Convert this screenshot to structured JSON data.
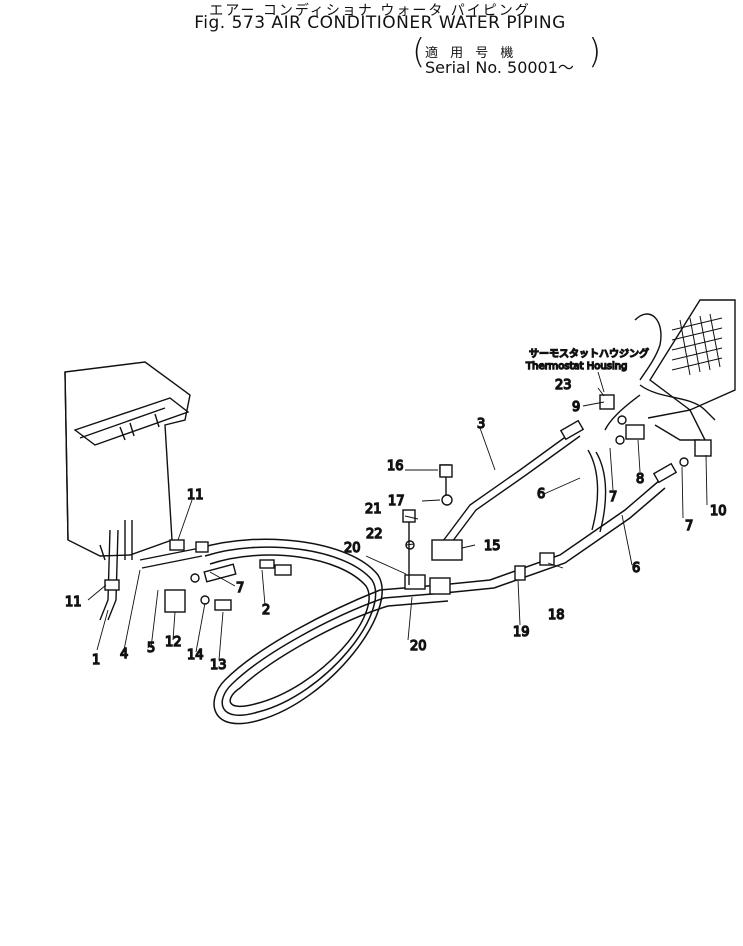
{
  "title_jp": "エアー コンディショナ ウォータ パイピング",
  "title_en": "Fig. 573  AIR CONDITIONER WATER PIPING",
  "serial_jp": "適 用 号 機",
  "serial_en": "Serial No. 50001～",
  "thermostat_jp": "サーモスタットハウジング",
  "thermostat_en": "Thermostat Housing",
  "callouts": [
    "1",
    "2",
    "3",
    "4",
    "5",
    "6",
    "6",
    "7",
    "7",
    "7",
    "8",
    "9",
    "10",
    "11",
    "11",
    "12",
    "13",
    "14",
    "15",
    "16",
    "17",
    "18",
    "19",
    "20",
    "20",
    "21",
    "22",
    "23"
  ]
}
